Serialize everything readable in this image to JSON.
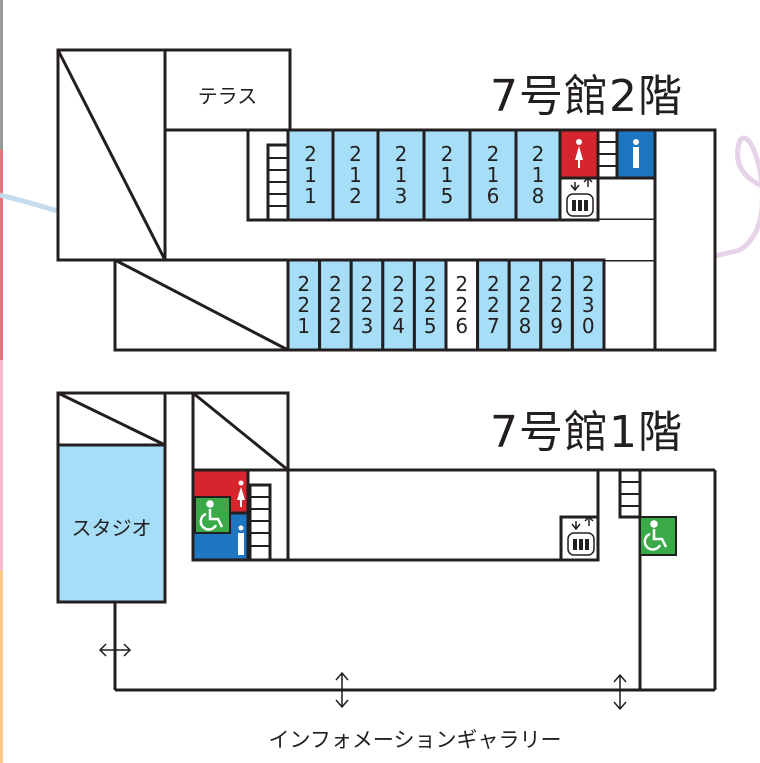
{
  "floor2": {
    "title": "7号館2階",
    "terrace": "テラス",
    "upper_rooms": [
      "211",
      "212",
      "213",
      "215",
      "216",
      "218"
    ],
    "lower_rooms": [
      "221",
      "222",
      "223",
      "224",
      "225",
      "226",
      "227",
      "228",
      "229",
      "230"
    ],
    "unavailable_room": "226",
    "icons": [
      "womens-restroom-icon",
      "mens-restroom-icon",
      "elevator-icon",
      "stairs-icon"
    ]
  },
  "floor1": {
    "title": "7号館1階",
    "studio": "スタジオ",
    "gallery": "インフォメーションギャラリー",
    "icons": [
      "womens-restroom-icon",
      "mens-restroom-icon",
      "accessible-restroom-icon",
      "elevator-icon",
      "stairs-icon",
      "entrance-arrow-icon"
    ]
  },
  "colors": {
    "room": "#a6def7",
    "women": "#d7252d",
    "men": "#1f76c0",
    "accessible": "#3aaa48",
    "wall": "#231f20"
  }
}
